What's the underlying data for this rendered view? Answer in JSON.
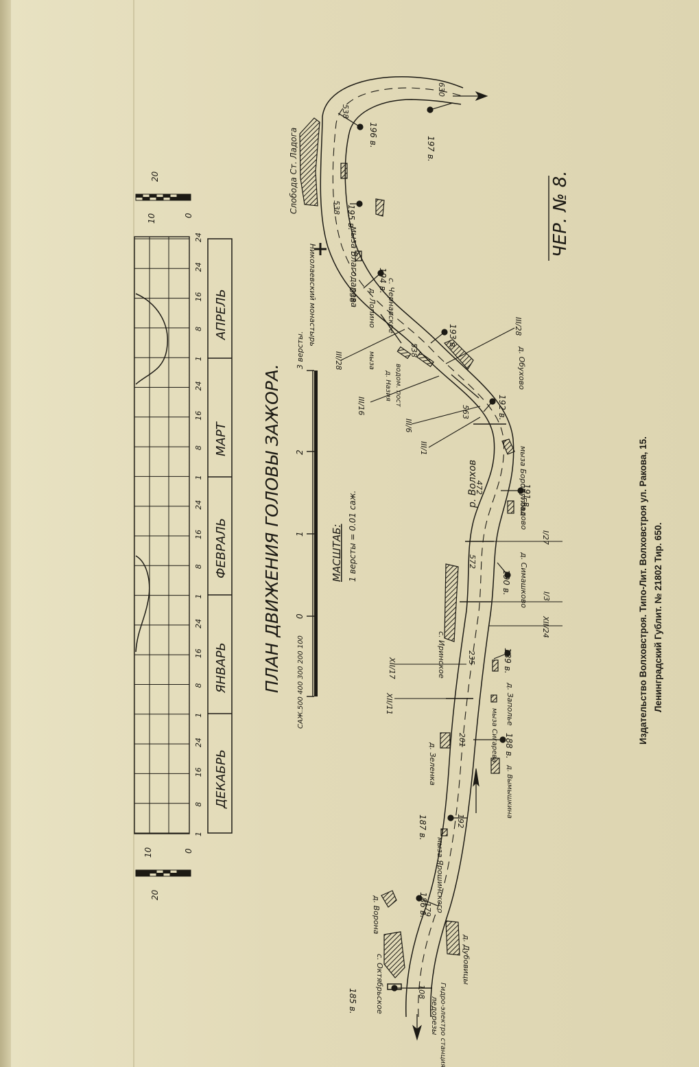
{
  "drawing": {
    "number_label": "ЧЕР. № 8.",
    "title": "ПЛАН ДВИЖЕНИЯ ГОЛОВЫ ЗАЖОРА.",
    "river_label": "р. Волхов"
  },
  "scale": {
    "title": "МАСШТАБ:",
    "ratio": "1 версты = 0.01 саж.",
    "versts_label": "3 версты.",
    "sazhen_label": "САЖ.500 400 300 200 100",
    "ticks": [
      "0",
      "1",
      "2"
    ]
  },
  "chart": {
    "months": [
      "ДЕКАБРЬ",
      "ЯНВАРЬ",
      "ФЕВРАЛЬ",
      "МАРТ",
      "АПРЕЛЬ"
    ],
    "day_ticks": [
      "1",
      "8",
      "16",
      "24"
    ],
    "left_scale": [
      "20",
      "10",
      "0"
    ],
    "right_scale": [
      "0",
      "10",
      "20"
    ]
  },
  "places": [
    {
      "id": "sloboda",
      "text": "Слобода Ст. Ладога"
    },
    {
      "id": "blagodarevo",
      "text": "мыза Благодарева"
    },
    {
      "id": "chernavskoe",
      "text": "с. Чернавское"
    },
    {
      "id": "nikolaevsky",
      "text": "Николаевский монастырь"
    },
    {
      "id": "lopino",
      "text": "д. Лопино"
    },
    {
      "id": "obukhovo",
      "text": "д. Обухово"
    },
    {
      "id": "myza",
      "text": "мыза"
    },
    {
      "id": "nazio",
      "text": "д. Назия"
    },
    {
      "id": "vodpost",
      "text": "водом. пост"
    },
    {
      "id": "borodulova",
      "text": "мыза Бородулова"
    },
    {
      "id": "gladovo",
      "text": "д. Гладово"
    },
    {
      "id": "simashkovo",
      "text": "д. Симашково"
    },
    {
      "id": "irinskoe",
      "text": "с. Иринское"
    },
    {
      "id": "zapolye",
      "text": "д. Заполье"
    },
    {
      "id": "sigarevo",
      "text": "мыза Сигарева"
    },
    {
      "id": "zelenka",
      "text": "д. Зеленка"
    },
    {
      "id": "vymyshkina",
      "text": "д. Вымышкина"
    },
    {
      "id": "yaroshinskogo",
      "text": "мыза Ярошинского"
    },
    {
      "id": "vorona",
      "text": "д. Ворона"
    },
    {
      "id": "dubovitsy",
      "text": "д. Дубовицы"
    },
    {
      "id": "oktyabrskoe",
      "text": "с. Октябрьское"
    },
    {
      "id": "gidro",
      "text": "Гидро-электро станция"
    },
    {
      "id": "ledorezy",
      "text": "ледорезы"
    }
  ],
  "stations": [
    "197 в.",
    "196 в.",
    "195 в.",
    "194 в.",
    "193 в.",
    "192 в.",
    "191 в.",
    "190 в.",
    "189 в.",
    "188 в.",
    "187 в.",
    "186 в.",
    "185 в."
  ],
  "depths": [
    "630",
    "538",
    "538",
    "538",
    "538",
    "563",
    "472",
    "572",
    "235",
    "201",
    "192",
    "179",
    "108"
  ],
  "dates": [
    "III/28",
    "III/28",
    "III/16",
    "III/6",
    "III/1",
    "I/27",
    "I/3",
    "XII/24",
    "XII/17",
    "XII/11"
  ],
  "imprint": {
    "line1": "Издательство Волховстроя. Типо-Лит. Волховстроя ул. Ракова, 15.",
    "line2": "Ленинградский Гублит. № 21802     Тир. 650."
  }
}
